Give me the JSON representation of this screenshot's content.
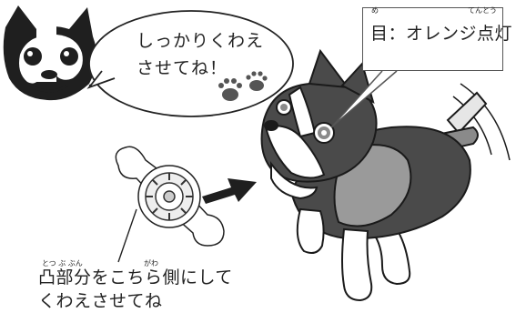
{
  "speech": {
    "line1": "しっかりくわえ",
    "line2": "させてね！"
  },
  "eye_callout": {
    "ruby_me": "め",
    "ruby_tentou": "てんとう",
    "text": "目：オレンジ点灯"
  },
  "caption": {
    "ruby_totsububun": "とつ ぶ ぶん",
    "ruby_gawa": "がわ",
    "line1": "凸部分をこちら側にして",
    "line2": "くわえさせてね"
  },
  "colors": {
    "dog_dark": "#4a4a4a",
    "dog_light": "#ffffff",
    "vest": "#9a9a9a",
    "outline": "#1a1a1a"
  }
}
